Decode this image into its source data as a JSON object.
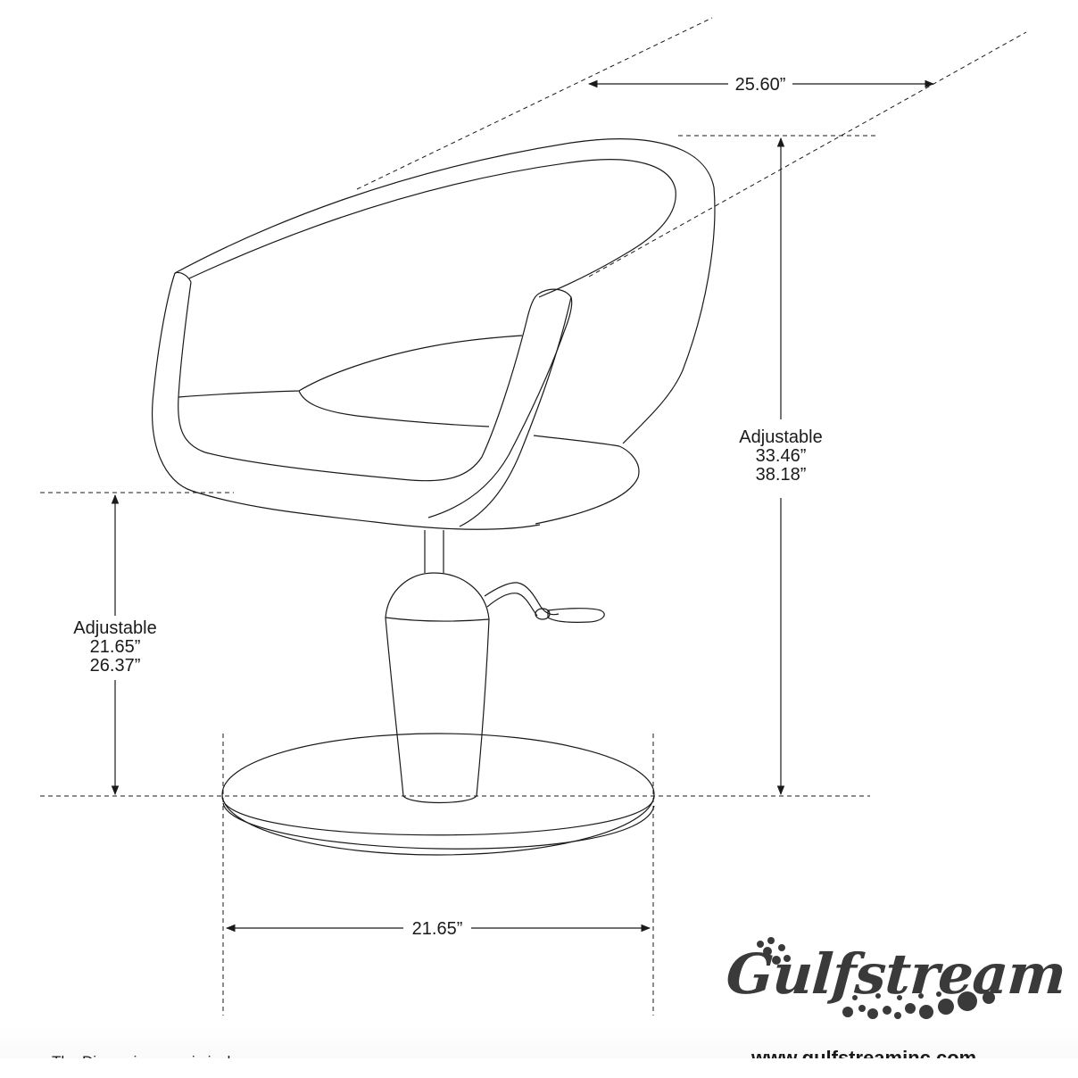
{
  "dimensions": {
    "width_label": "25.60”",
    "base_diameter_label": "21.65”",
    "seat_height": {
      "label": "Adjustable",
      "min": "21.65”",
      "max": "26.37”"
    },
    "overall_height": {
      "label": "Adjustable",
      "min": "33.46”",
      "max": "38.18”"
    }
  },
  "footer": {
    "note": "The Dimensions are in inches",
    "website": "www.gulfstreaminc.com"
  },
  "logo": {
    "text": "Gulfstream"
  },
  "colors": {
    "line": "#1a1a1a",
    "logo": "#3a3a3a"
  }
}
